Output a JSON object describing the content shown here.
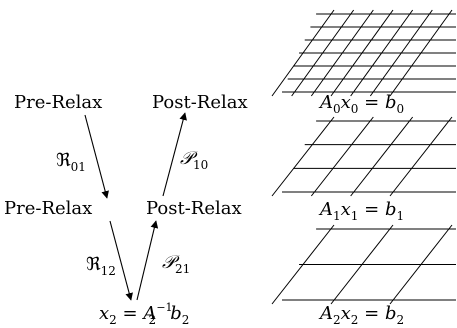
{
  "cycle": {
    "level0": {
      "pre": "Pre-Relax",
      "post": "Post-Relax"
    },
    "level1": {
      "pre": "Pre-Relax",
      "post": "Post-Relax"
    },
    "restriction_01": {
      "symbol": "ℜ",
      "sub": "01"
    },
    "restriction_12": {
      "symbol": "ℜ",
      "sub": "12"
    },
    "prolongation_10": {
      "symbol": "𝒫",
      "sub": "10"
    },
    "prolongation_21": {
      "symbol": "𝒫",
      "sub": "21"
    },
    "coarse_solve": {
      "lhs": "x",
      "lhs_sub": "2",
      "eq": " = ",
      "mat": "A",
      "mat_sub": "2",
      "mat_sup": "−1",
      "rhs": "b",
      "rhs_sub": "2"
    }
  },
  "grids": [
    {
      "mat": "A",
      "x": "x",
      "b": "b",
      "sub": "0",
      "eq": " = ",
      "resolution": "fine"
    },
    {
      "mat": "A",
      "x": "x",
      "b": "b",
      "sub": "1",
      "eq": " = ",
      "resolution": "medium"
    },
    {
      "mat": "A",
      "x": "x",
      "b": "b",
      "sub": "2",
      "eq": " = ",
      "resolution": "coarse"
    }
  ],
  "colors": {
    "stroke": "#000000",
    "background": "#ffffff"
  }
}
